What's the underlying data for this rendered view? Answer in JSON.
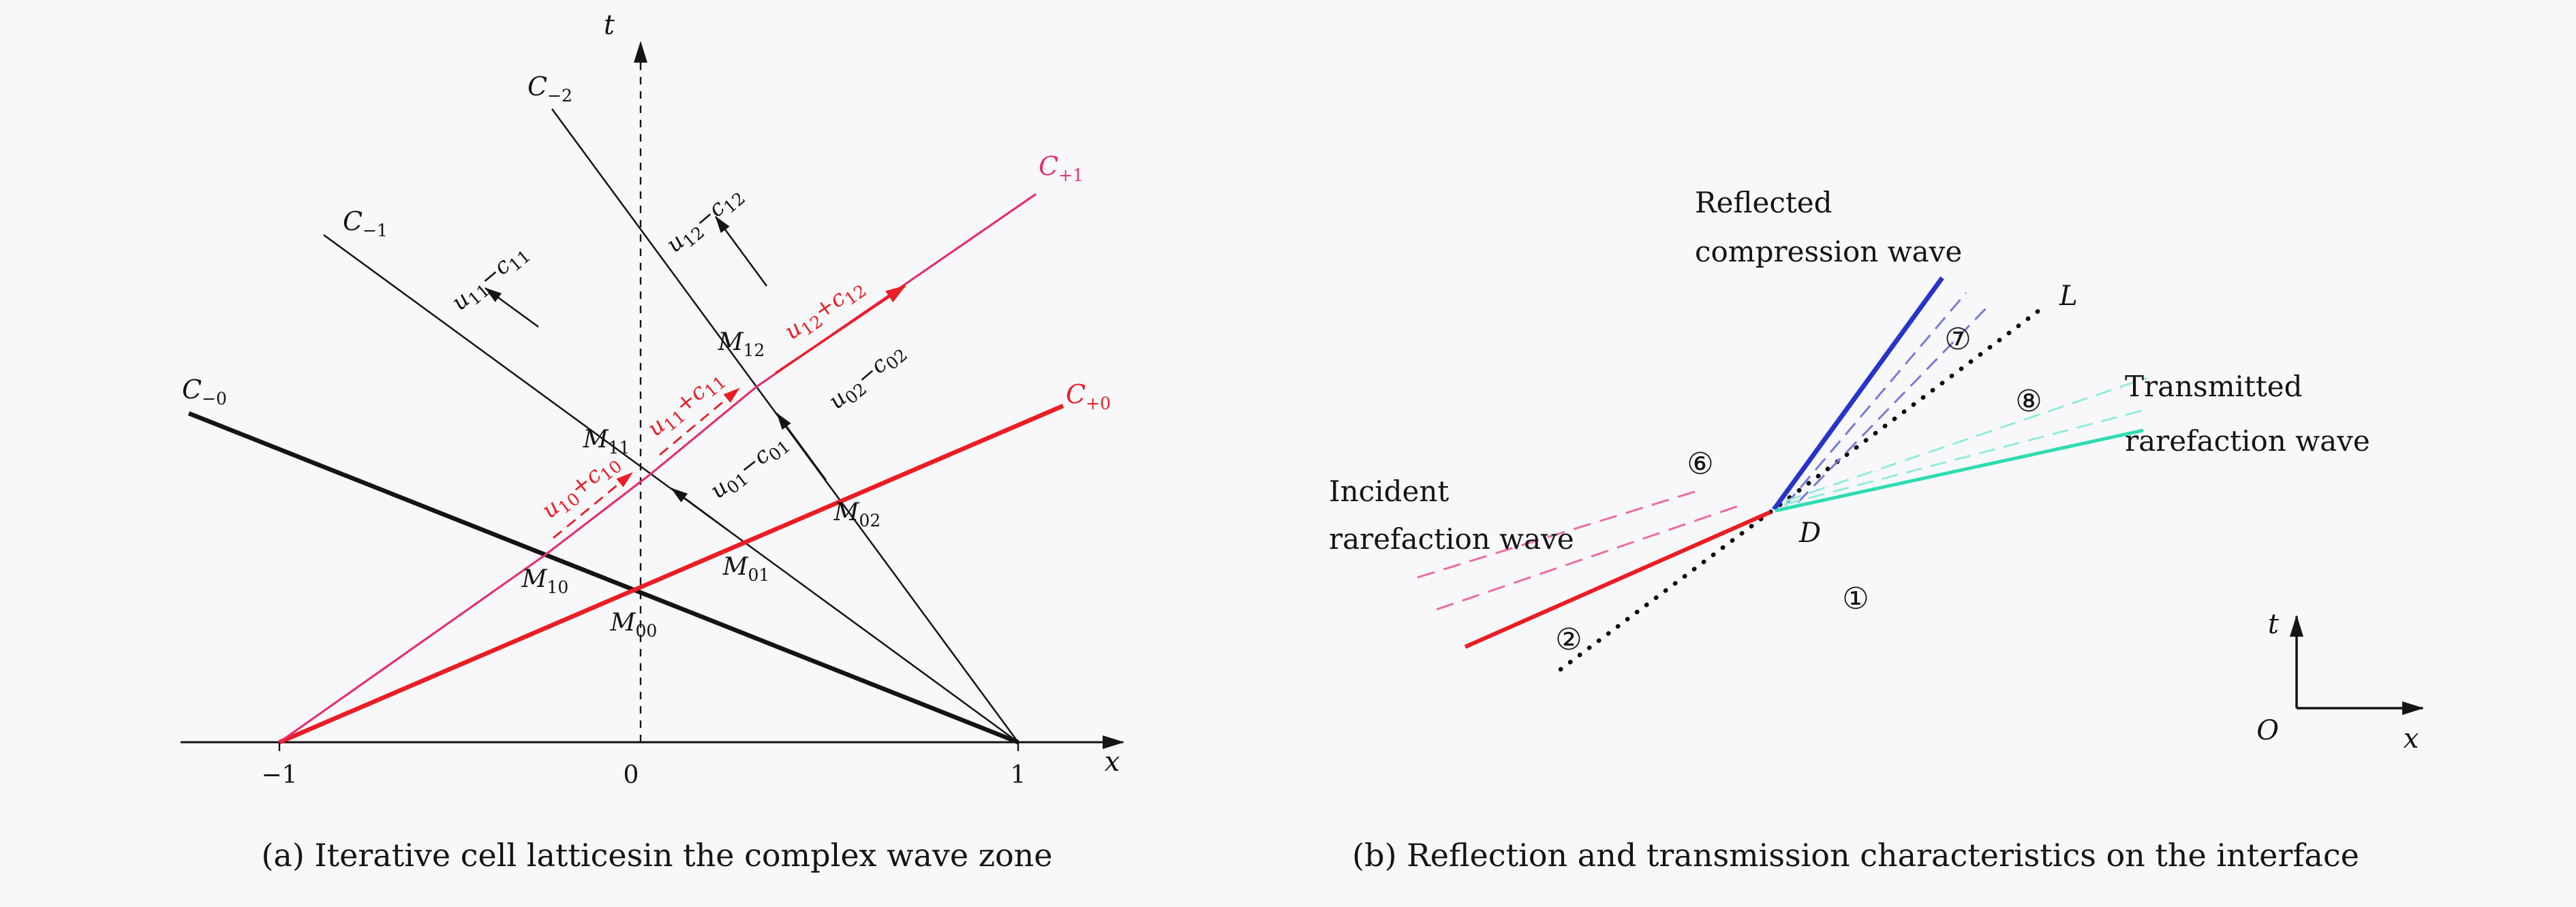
{
  "background": "#f8f8fa",
  "colors": {
    "black": "#141414",
    "red": "#ec1c24",
    "crimson": "#e5306e",
    "pink_dashed": "#ef6a9e",
    "blue": "#2634cc",
    "blue_dashed": "#7a7ad8",
    "teal": "#2edcb2",
    "teal_dashed": "#93ecd9"
  },
  "panel_a": {
    "caption": "(a) Iterative cell latticesin the complex wave zone",
    "axes": {
      "t": "t",
      "x": "x"
    },
    "ticks": {
      "minus_one": "−1",
      "zero": "0",
      "one": "1"
    },
    "curves": {
      "c_minus_0": {
        "base": "C",
        "sub": "−0"
      },
      "c_minus_1": {
        "base": "C",
        "sub": "−1"
      },
      "c_minus_2": {
        "base": "C",
        "sub": "−2"
      },
      "c_plus_0": {
        "base": "C",
        "sub": "+0"
      },
      "c_plus_1": {
        "base": "C",
        "sub": "+1"
      }
    },
    "points": {
      "m10": {
        "base": "M",
        "sub": "10"
      },
      "m00": {
        "base": "M",
        "sub": "00"
      },
      "m01": {
        "base": "M",
        "sub": "01"
      },
      "m11": {
        "base": "M",
        "sub": "11"
      },
      "m02": {
        "base": "M",
        "sub": "02"
      },
      "m12": {
        "base": "M",
        "sub": "12"
      }
    },
    "slopes": {
      "u11_minus": {
        "p1": "u",
        "s1": "11",
        "p2": "−c",
        "s2": "11"
      },
      "u12_minus": {
        "p1": "u",
        "s1": "12",
        "p2": "−c",
        "s2": "12"
      },
      "u01_minus": {
        "p1": "u",
        "s1": "01",
        "p2": "−c",
        "s2": "01"
      },
      "u02_minus": {
        "p1": "u",
        "s1": "02",
        "p2": "−c",
        "s2": "02"
      },
      "u10_plus": {
        "p1": "u",
        "s1": "10",
        "p2": "+c",
        "s2": "10"
      },
      "u11_plus": {
        "p1": "u",
        "s1": "11",
        "p2": "+c",
        "s2": "11"
      },
      "u12_plus": {
        "p1": "u",
        "s1": "12",
        "p2": "+c",
        "s2": "12"
      }
    }
  },
  "panel_b": {
    "caption": "(b) Reflection and transmission characteristics on the interface",
    "labels": {
      "incident_1": "Incident",
      "incident_2": "rarefaction wave",
      "reflected_1": "Reflected",
      "reflected_2": "compression wave",
      "transmitted_1": "Transmitted",
      "transmitted_2": "rarefaction wave",
      "interface": "L",
      "point_d": "D",
      "origin": "O",
      "t": "t",
      "x": "x"
    },
    "regions": {
      "r1": "①",
      "r2": "②",
      "r6": "⑥",
      "r7": "⑦",
      "r8": "⑧"
    }
  }
}
